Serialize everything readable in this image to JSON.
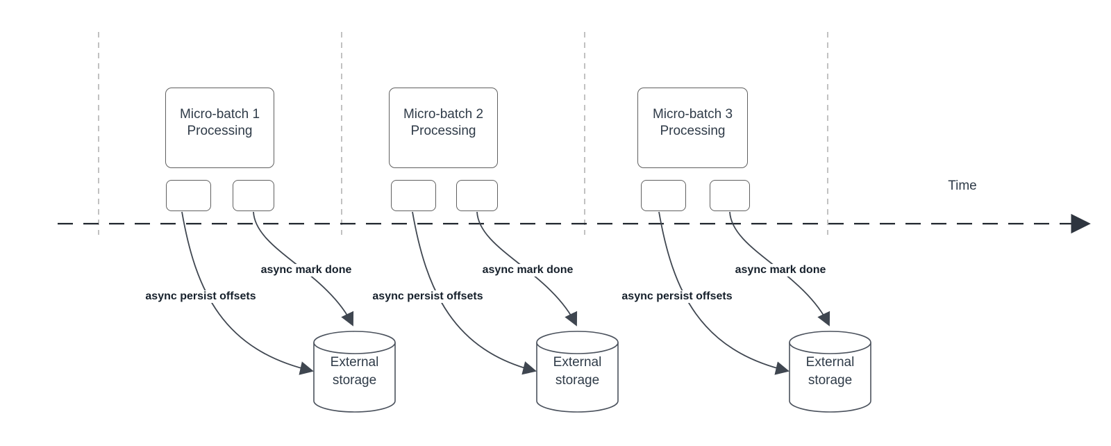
{
  "diagram": {
    "time_label": "Time",
    "batches": [
      {
        "title": "Micro-batch 1\nProcessing",
        "persist_label": "async persist offsets",
        "mark_done_label": "async mark done",
        "storage_label": "External\nstorage"
      },
      {
        "title": "Micro-batch 2\nProcessing",
        "persist_label": "async persist offsets",
        "mark_done_label": "async mark done",
        "storage_label": "External\nstorage"
      },
      {
        "title": "Micro-batch 3\nProcessing",
        "persist_label": "async persist offsets",
        "mark_done_label": "async mark done",
        "storage_label": "External\nstorage"
      }
    ],
    "colors": {
      "arrow_line": "#3f4650",
      "timeline": "#1f242c",
      "guide_line": "#b2b2b2",
      "box_border": "#5f5f5f",
      "body_text": "#2f3b48",
      "label_text": "#16202b"
    }
  }
}
